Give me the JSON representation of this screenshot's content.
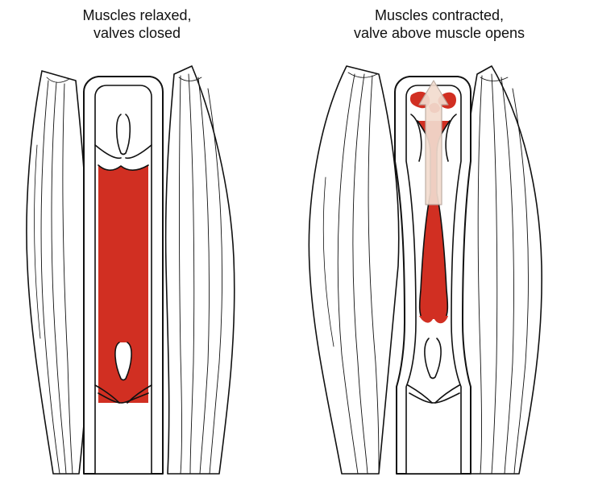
{
  "panels": [
    {
      "id": "relaxed",
      "caption_line1": "Muscles relaxed,",
      "caption_line2": "valves closed"
    },
    {
      "id": "contracted",
      "caption_line1": "Muscles contracted,",
      "caption_line2": "valve above muscle opens"
    }
  ],
  "colors": {
    "blood": "#d12f22",
    "outline": "#111111",
    "arrow_fill": "#f2dccf",
    "muscle_fill": "#ffffff"
  },
  "icons": {
    "flow_arrow": "up-arrow-icon"
  }
}
